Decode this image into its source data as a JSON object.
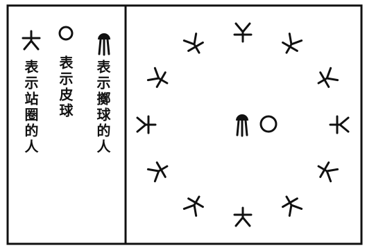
{
  "legend": {
    "thrower_symbol": {
      "icon": "thrower-icon",
      "text": "表示擲球的人"
    },
    "ball_symbol": {
      "icon": "ball-icon",
      "text": "表示皮球"
    },
    "circle_person_symbol": {
      "icon": "standing-person-icon",
      "text": "表示站圈的人"
    }
  },
  "figure": {
    "ring_count": 12,
    "center_items": [
      "thrower-icon",
      "ball-icon"
    ]
  }
}
